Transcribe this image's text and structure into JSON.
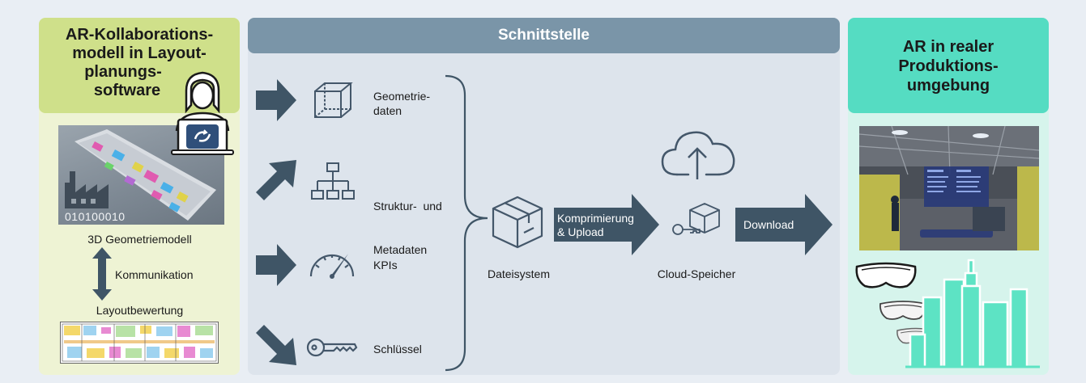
{
  "left_panel": {
    "title_lines": [
      "AR-Kollaborations-",
      "modell in Layout-",
      "planungs-",
      "software"
    ],
    "binary_text": "010100010",
    "model_label": "3D Geometriemodell",
    "communication_label": "Kommunikation",
    "evaluation_label": "Layoutbewertung"
  },
  "interface": {
    "header": "Schnittstelle",
    "inputs": [
      {
        "label_lines": [
          "Geometrie-",
          "daten"
        ],
        "icon": "cube-outline-icon"
      },
      {
        "label_lines": [
          "Struktur-  und",
          "Metadaten"
        ],
        "icon": "hierarchy-icon"
      },
      {
        "label_lines": [
          "KPIs"
        ],
        "icon": "gauge-icon"
      },
      {
        "label_lines": [
          "Schlüssel"
        ],
        "icon": "key-icon"
      }
    ],
    "filesystem_label": "Dateisystem",
    "compress_lines": [
      "Komprimierung",
      "& Upload"
    ],
    "cloud_label": "Cloud-Speicher",
    "download_label": "Download"
  },
  "right_panel": {
    "title_lines": [
      "AR in realer",
      "Produktions-",
      "umgebung"
    ]
  },
  "colors": {
    "left_header": "#cfe08a",
    "left_body": "#eef3d4",
    "middle_header": "#7a95a8",
    "middle_body": "#dde4ec",
    "right_header": "#55dcc2",
    "right_body": "#d6f4ec",
    "arrow": "#3f5566",
    "icon_stroke": "#44576a",
    "city_fill": "#5de3c4"
  }
}
